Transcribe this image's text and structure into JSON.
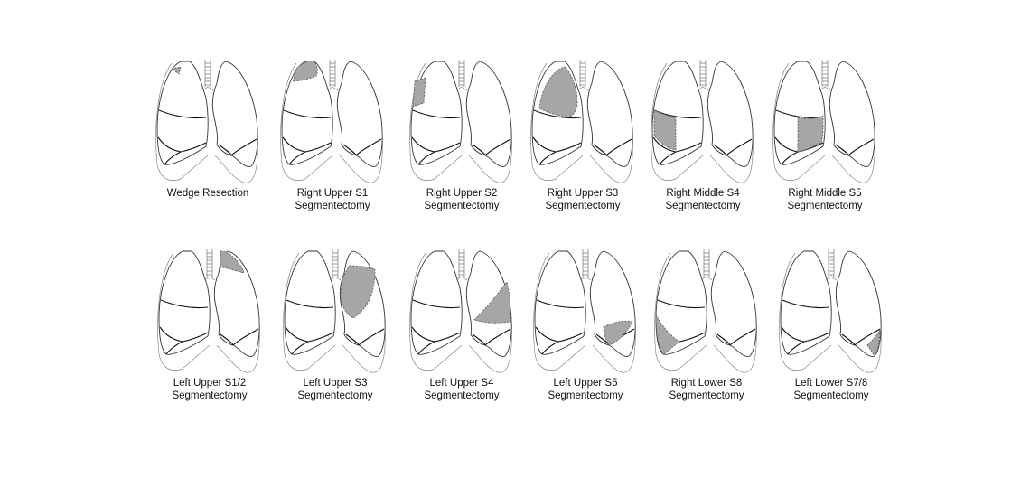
{
  "figure": {
    "title": "",
    "shade_color": "#a6a6a6",
    "panels": [
      {
        "id": "wedge",
        "line1": "Wedge Resection",
        "line2": "",
        "shaded_region": "right-upper-apex-small"
      },
      {
        "id": "ru-s1",
        "line1": "Right Upper S1",
        "line2": "Segmentectomy",
        "shaded_region": "right-upper-s1"
      },
      {
        "id": "ru-s2",
        "line1": "Right Upper S2",
        "line2": "Segmentectomy",
        "shaded_region": "right-upper-s2"
      },
      {
        "id": "ru-s3",
        "line1": "Right Upper S3",
        "line2": "Segmentectomy",
        "shaded_region": "right-upper-s3"
      },
      {
        "id": "rm-s4",
        "line1": "Right Middle S4",
        "line2": "Segmentectomy",
        "shaded_region": "right-middle-s4"
      },
      {
        "id": "rm-s5",
        "line1": "Right Middle S5",
        "line2": "Segmentectomy",
        "shaded_region": "right-middle-s5"
      },
      {
        "id": "lu-s12",
        "line1": "Left Upper S1/2",
        "line2": "Segmentectomy",
        "shaded_region": "left-upper-s1-2"
      },
      {
        "id": "lu-s3",
        "line1": "Left Upper S3",
        "line2": "Segmentectomy",
        "shaded_region": "left-upper-s3"
      },
      {
        "id": "lu-s4",
        "line1": "Left Upper S4",
        "line2": "Segmentectomy",
        "shaded_region": "left-upper-s4"
      },
      {
        "id": "lu-s5",
        "line1": "Left Upper S5",
        "line2": "Segmentectomy",
        "shaded_region": "left-upper-s5"
      },
      {
        "id": "rl-s8",
        "line1": "Right Lower S8",
        "line2": "Segmentectomy",
        "shaded_region": "right-lower-s8"
      },
      {
        "id": "ll-s78",
        "line1": "Left Lower S7/8",
        "line2": "Segmentectomy",
        "shaded_region": "left-lower-s7-8"
      }
    ]
  }
}
